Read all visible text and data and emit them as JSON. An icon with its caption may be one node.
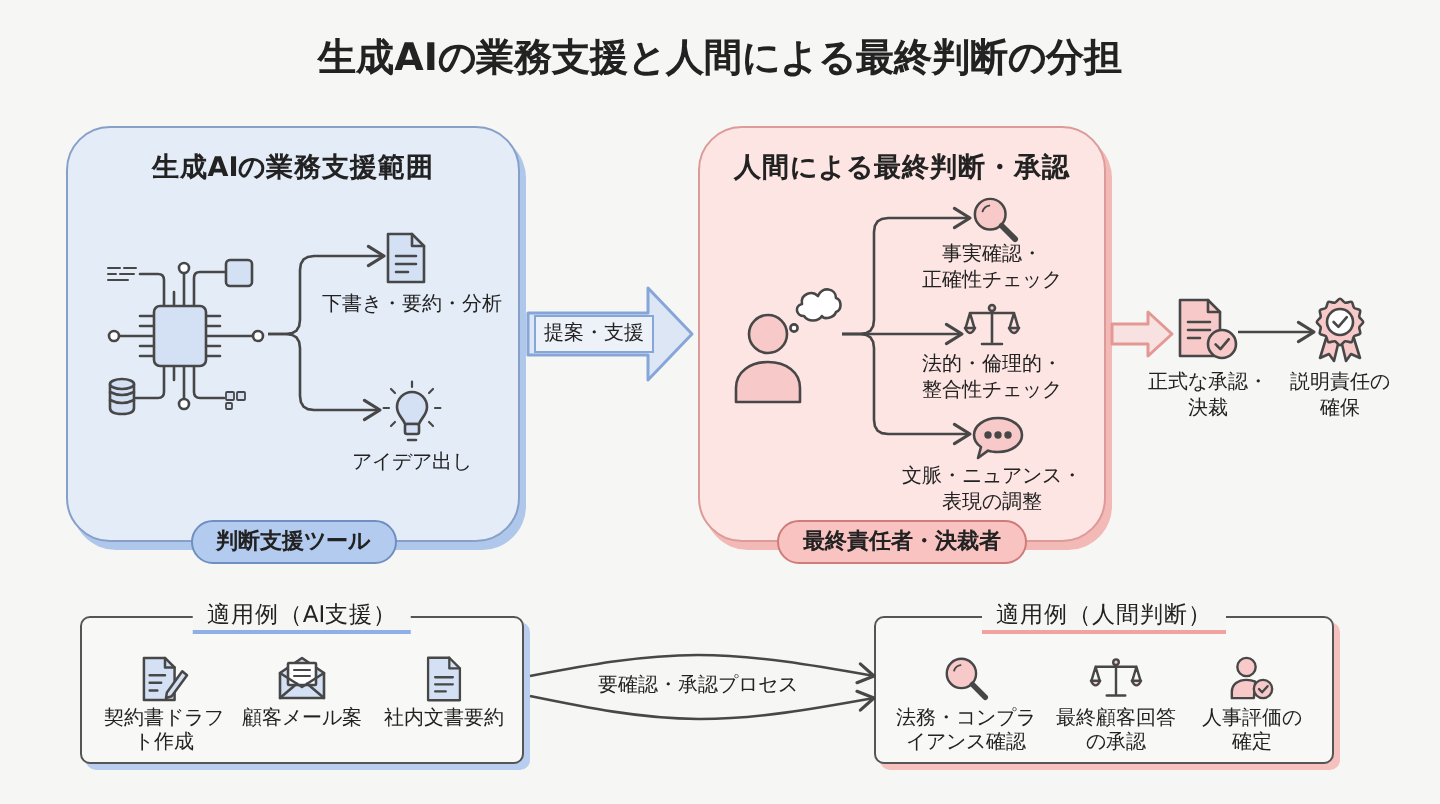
{
  "diagram": {
    "title": "生成AIの業務支援と人間による最終判断の分担",
    "nodes": [
      {
        "text": [
          "生成AIの業務支援範囲",
          "判断支援ツール"
        ]
      },
      {
        "text": [],
        "shape": "picture",
        "in": 0
      },
      {
        "text": [],
        "shape": "picture",
        "in": 0,
        "beside": [
          "下書き・要約・分析"
        ]
      },
      {
        "text": [],
        "shape": "picture",
        "in": 0,
        "beside": [
          "アイデア出し"
        ]
      },
      {
        "text": [
          "人間による最終判断・承認",
          "最終責任者・決裁者"
        ]
      },
      {
        "text": [],
        "shape": "person",
        "in": 4
      },
      {
        "text": [],
        "shape": "picture",
        "in": 4,
        "beside": [
          "事実確認・正確性チェック"
        ]
      },
      {
        "text": [],
        "shape": "picture",
        "in": 4,
        "beside": [
          "法的・倫理的・整合性チェック"
        ]
      },
      {
        "text": [],
        "shape": "picture",
        "in": 4,
        "beside": [
          "文脈・ニュアンス・表現の調整"
        ]
      },
      {
        "text": [],
        "shape": "picture",
        "beside": [
          "正式な承認・決裁"
        ]
      },
      {
        "text": [],
        "shape": "picture",
        "beside": [
          "説明責任の確保"
        ]
      },
      {
        "text": [
          "適用例（AI支援）",
          "契約書ドラフト作成",
          "顧客メール案",
          "社内文書要約"
        ]
      },
      {
        "text": [
          "適用例（人間判断）",
          "法務・コンプライアンス確認",
          "最終顧客回答の承認",
          "人事評価の確定"
        ]
      }
    ],
    "edges": [
      {
        "from": 1,
        "to": 2,
        "arrow": "to"
      },
      {
        "from": 1,
        "to": 3,
        "arrow": "to"
      },
      {
        "from": 0,
        "to": 4,
        "arrow": "to",
        "label": "提案・支援",
        "style": "thick",
        "color": "#86a6da"
      },
      {
        "from": 5,
        "to": 6,
        "arrow": "to"
      },
      {
        "from": 5,
        "to": 7,
        "arrow": "to"
      },
      {
        "from": 5,
        "to": 8,
        "arrow": "to"
      },
      {
        "from": 4,
        "to": 9,
        "arrow": "to",
        "style": "thick",
        "color": "#e39893"
      },
      {
        "from": 9,
        "to": 10,
        "arrow": "to"
      },
      {
        "from": 11,
        "to": 12,
        "arrow": "to",
        "label": "要確認・承認プロセス"
      },
      {
        "from": 11,
        "to": 12,
        "arrow": "to"
      }
    ]
  }
}
